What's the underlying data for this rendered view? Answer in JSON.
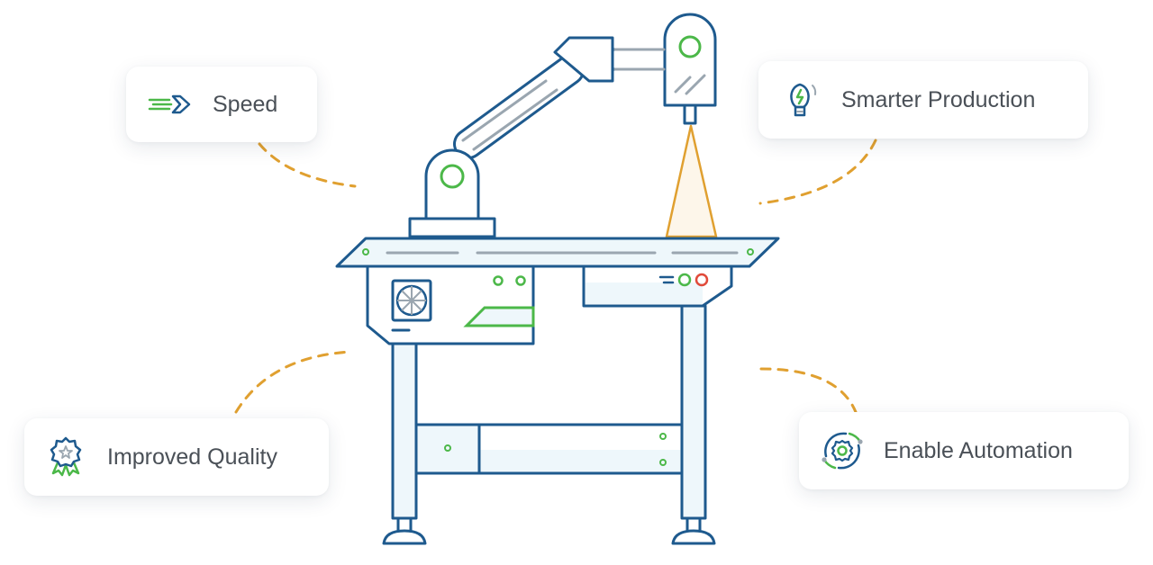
{
  "colors": {
    "line": "#1e5a8e",
    "accent_green": "#4cb849",
    "accent_orange": "#e0a030",
    "accent_red": "#e04a3a",
    "fill_light": "#eef7fb",
    "text": "#4a5057"
  },
  "cards": {
    "speed": {
      "label": "Speed",
      "icon": "speed-arrow-icon"
    },
    "smarter_production": {
      "label": "Smarter Production",
      "icon": "lightbulb-icon"
    },
    "improved_quality": {
      "label": "Improved Quality",
      "icon": "award-ribbon-icon"
    },
    "enable_automation": {
      "label": "Enable Automation",
      "icon": "gear-cycle-icon"
    }
  },
  "illustration": {
    "subject": "robotic-arm-workstation-illustration"
  }
}
